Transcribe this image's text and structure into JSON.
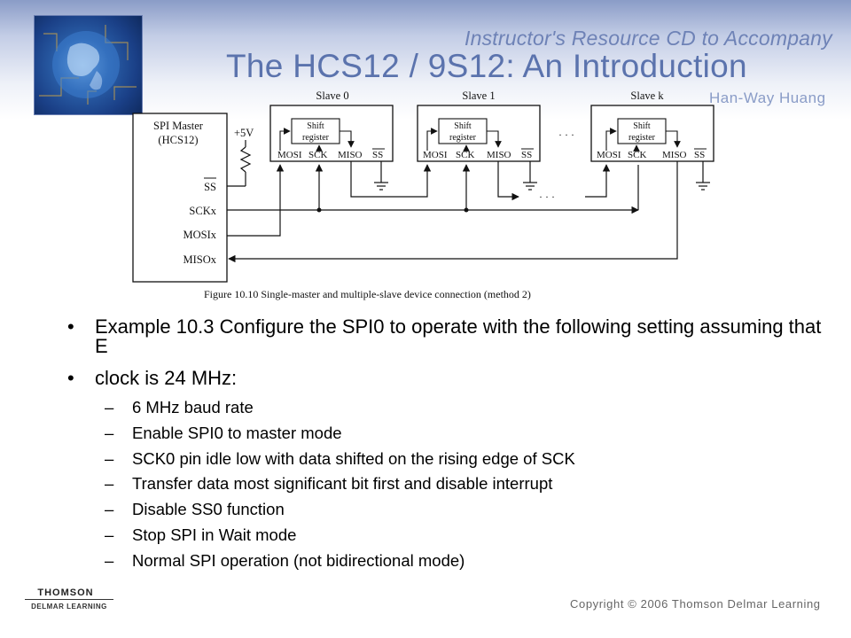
{
  "header": {
    "series": "Instructor's Resource CD to Accompany",
    "title": "The HCS12 / 9S12: An Introduction",
    "author": "Han-Way Huang"
  },
  "diagram": {
    "master": {
      "line1": "SPI Master",
      "line2": "(HCS12)"
    },
    "master_pins": [
      "SS",
      "SCKx",
      "MOSIx",
      "MISOx"
    ],
    "vcc": "+5V",
    "slaves": [
      {
        "title": "Slave 0"
      },
      {
        "title": "Slave 1"
      },
      {
        "title": "Slave k"
      }
    ],
    "shift_register": {
      "line1": "Shift",
      "line2": "register"
    },
    "slave_pins": [
      "MOSI",
      "SCK",
      "MISO",
      "SS"
    ],
    "ellipsis": "· · ·",
    "caption": "Figure 10.10 Single-master and multiple-slave device connection (method 2)"
  },
  "bullets": [
    {
      "level": 1,
      "text": "Example 10.3 Configure the SPI0 to operate with the following setting assuming that E"
    },
    {
      "level": 1,
      "text": "clock is 24 MHz:"
    },
    {
      "level": 2,
      "text": "6 MHz baud rate"
    },
    {
      "level": 2,
      "text": "Enable SPI0 to master mode"
    },
    {
      "level": 2,
      "text": "SCK0 pin idle low with data shifted on the rising edge of SCK"
    },
    {
      "level": 2,
      "text": "Transfer data most significant bit first and disable interrupt"
    },
    {
      "level": 2,
      "text": "Disable SS0 function"
    },
    {
      "level": 2,
      "text": "Stop SPI in Wait mode"
    },
    {
      "level": 2,
      "text": "Normal SPI operation (not bidirectional mode)"
    }
  ],
  "footer": {
    "logo_line1": "THOMSON",
    "logo_line2": "DELMAR LEARNING",
    "copyright": "Copyright © 2006 Thomson Delmar Learning"
  }
}
